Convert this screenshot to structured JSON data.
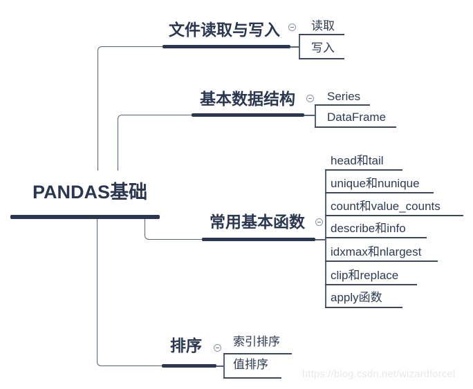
{
  "root": {
    "label": "PANDAS基础"
  },
  "branches": [
    {
      "label": "文件读取与写入",
      "collapse_icon": "minus-circle",
      "children": [
        "读取",
        "写入"
      ]
    },
    {
      "label": "基本数据结构",
      "collapse_icon": "minus-circle",
      "children": [
        "Series",
        "DataFrame"
      ]
    },
    {
      "label": "常用基本函数",
      "collapse_icon": "minus-circle",
      "children": [
        "head和tail",
        "unique和nunique",
        "count和value_counts",
        "describe和info",
        "idxmax和nlargest",
        "clip和replace",
        "apply函数"
      ]
    },
    {
      "label": "排序",
      "collapse_icon": "minus-circle",
      "children": [
        "索引排序",
        "值排序"
      ]
    }
  ],
  "watermark": "https://blog.csdn.net/wizardforcel",
  "colors": {
    "primary_navy": "#2b3750",
    "child_text": "#2e3a52",
    "thin_line": "#57607a",
    "child_underline": "#3c465f",
    "icon_border": "#8b94a6",
    "watermark_gray": "#e9e9e9",
    "background": "#ffffff"
  }
}
